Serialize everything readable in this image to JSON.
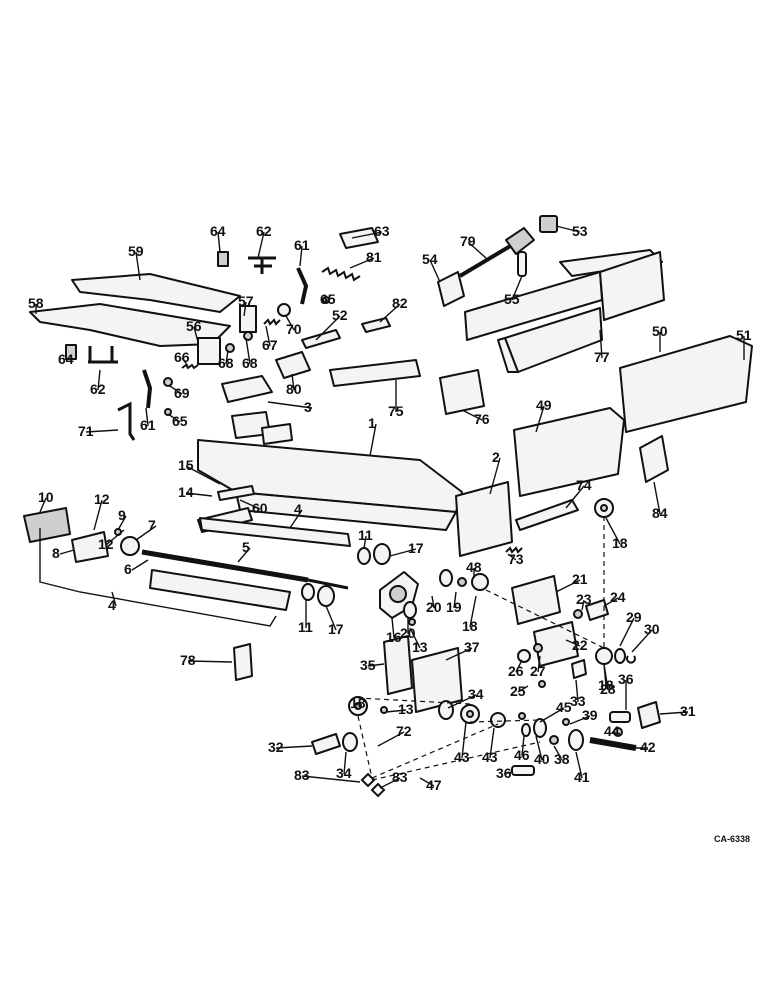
{
  "drawing_code": "CA-6338",
  "labels": [
    "1",
    "2",
    "3",
    "4",
    "4",
    "5",
    "6",
    "7",
    "8",
    "9",
    "10",
    "11",
    "11",
    "12",
    "12",
    "13",
    "13",
    "14",
    "15",
    "16",
    "17",
    "17",
    "18",
    "18",
    "18",
    "18",
    "19",
    "20",
    "20",
    "21",
    "22",
    "23",
    "24",
    "25",
    "26",
    "27",
    "28",
    "29",
    "30",
    "31",
    "32",
    "33",
    "34",
    "34",
    "35",
    "36",
    "36",
    "37",
    "38",
    "39",
    "40",
    "41",
    "42",
    "43",
    "43",
    "44",
    "45",
    "46",
    "47",
    "48",
    "49",
    "50",
    "51",
    "52",
    "53",
    "54",
    "55",
    "56",
    "57",
    "58",
    "59",
    "60",
    "61",
    "61",
    "62",
    "62",
    "63",
    "64",
    "64",
    "65",
    "65",
    "66",
    "67",
    "68",
    "68",
    "69",
    "70",
    "71",
    "72",
    "73",
    "74",
    "75",
    "76",
    "77",
    "78",
    "79",
    "80",
    "81",
    "82",
    "83",
    "83",
    "84"
  ]
}
